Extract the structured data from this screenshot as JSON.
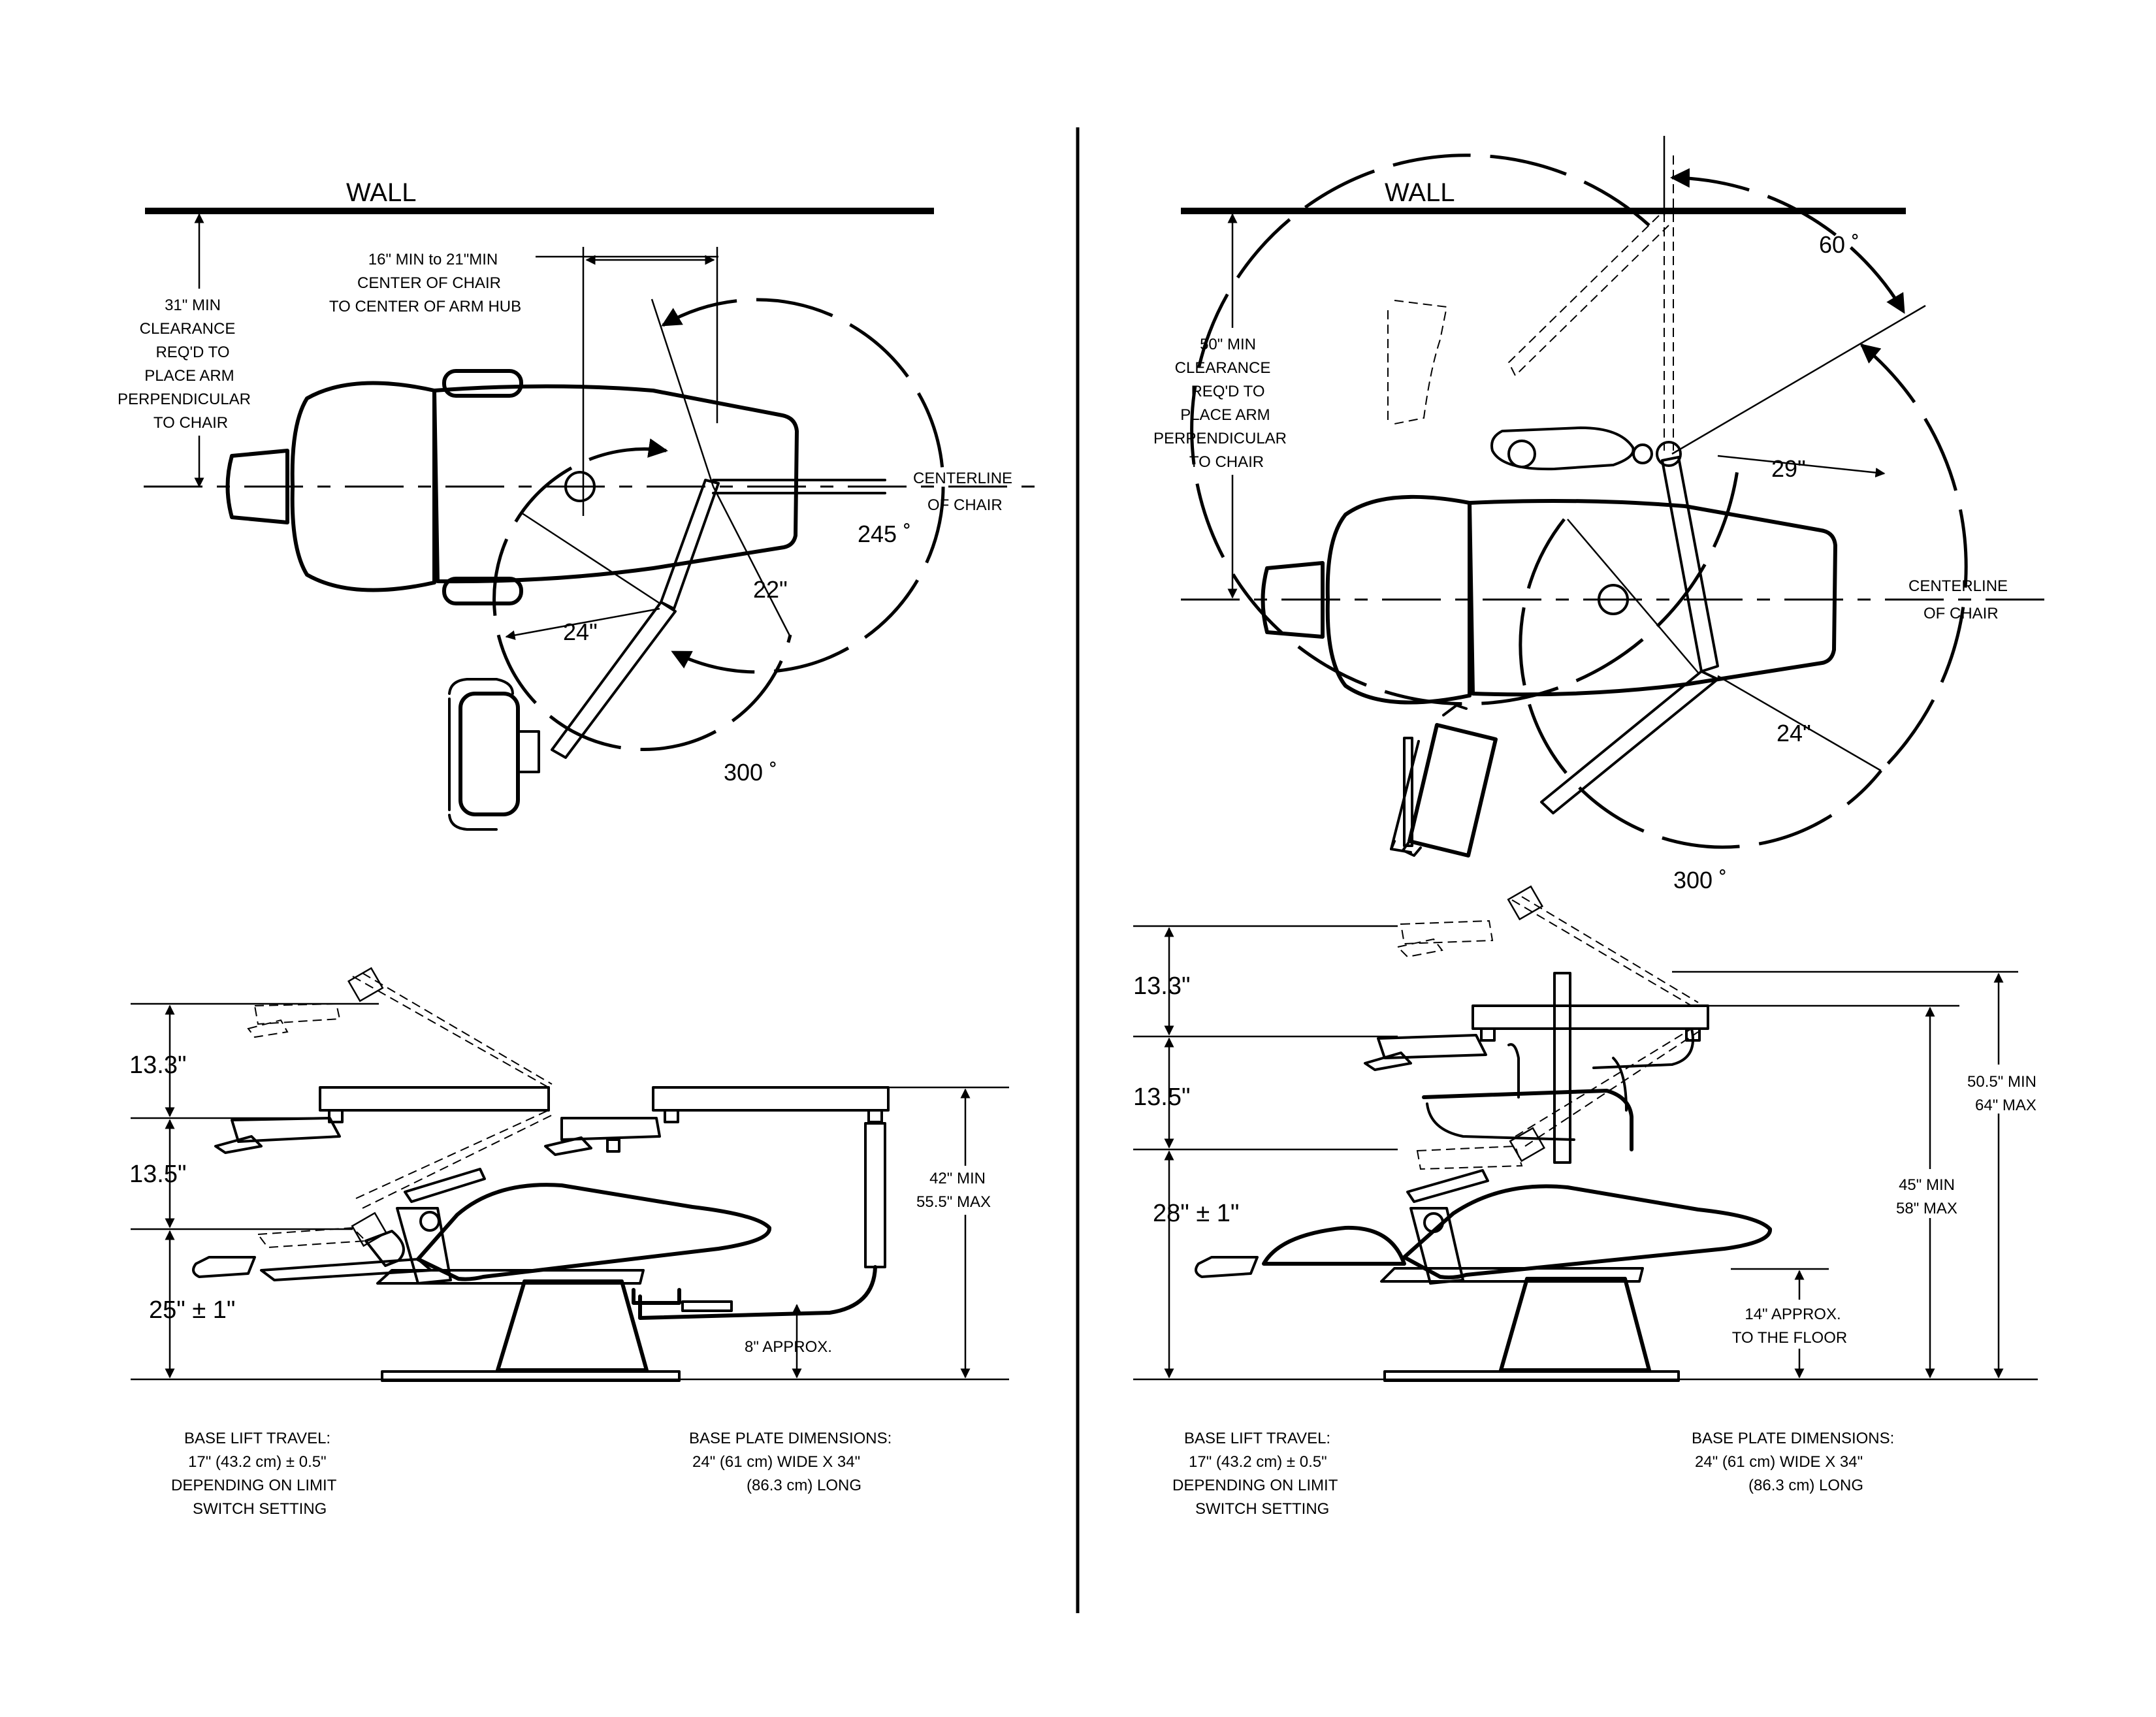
{
  "left_plan": {
    "wall": "WALL",
    "clearance": [
      "31\" MIN",
      "CLEARANCE",
      "REQ'D TO",
      "PLACE ARM",
      "PERPENDICULAR",
      "TO CHAIR"
    ],
    "hub_distance": [
      "16\" MIN to 21\"MIN",
      "CENTER OF CHAIR",
      "TO CENTER OF ARM HUB"
    ],
    "centerline": [
      "CENTERLINE",
      "OF  CHAIR"
    ],
    "angle_a": "245",
    "angle_b": "300",
    "dim_22": "22\"",
    "dim_24": "24\""
  },
  "right_plan": {
    "wall": "WALL",
    "clearance": [
      "50\" MIN",
      "CLEARANCE",
      "REQ'D TO",
      "PLACE ARM",
      "PERPENDICULAR",
      "TO CHAIR"
    ],
    "angle_a": "60",
    "angle_b": "300",
    "dim_29": "29\"",
    "dim_24": "24\"",
    "centerline": [
      "CENTERLINE",
      "OF  CHAIR"
    ]
  },
  "left_elevation": {
    "dim_13_3": "13.3\"",
    "dim_13_5": "13.5\"",
    "dim_25": "25\"  ±  1\"",
    "height": [
      "42\" MIN",
      "55.5\" MAX"
    ],
    "approx": "8\" APPROX.",
    "lift_travel": [
      "BASE LIFT TRAVEL:",
      "17\" (43.2 cm)      ± 0.5\"",
      "DEPENDING ON LIMIT",
      "SWITCH SETTING"
    ],
    "base_plate": [
      "BASE PLATE DIMENSIONS:",
      "24\" (61 cm) WIDE X 34\"",
      "(86.3 cm) LONG"
    ]
  },
  "right_elevation": {
    "dim_13_3": "13.3\"",
    "dim_13_5": "13.5\"",
    "dim_28": "28\"  ±  1\"",
    "height_outer": [
      "50.5\" MIN",
      "64\" MAX"
    ],
    "height_inner": [
      "45\" MIN",
      "58\" MAX"
    ],
    "floor": [
      "14\" APPROX.",
      "TO THE FLOOR"
    ],
    "lift_travel": [
      "BASE LIFT TRAVEL:",
      "17\" (43.2 cm)      ± 0.5\"",
      "DEPENDING ON LIMIT",
      "SWITCH SETTING"
    ],
    "base_plate": [
      "BASE PLATE DIMENSIONS:",
      "24\" (61 cm) WIDE X 34\"",
      "(86.3 cm) LONG"
    ]
  }
}
